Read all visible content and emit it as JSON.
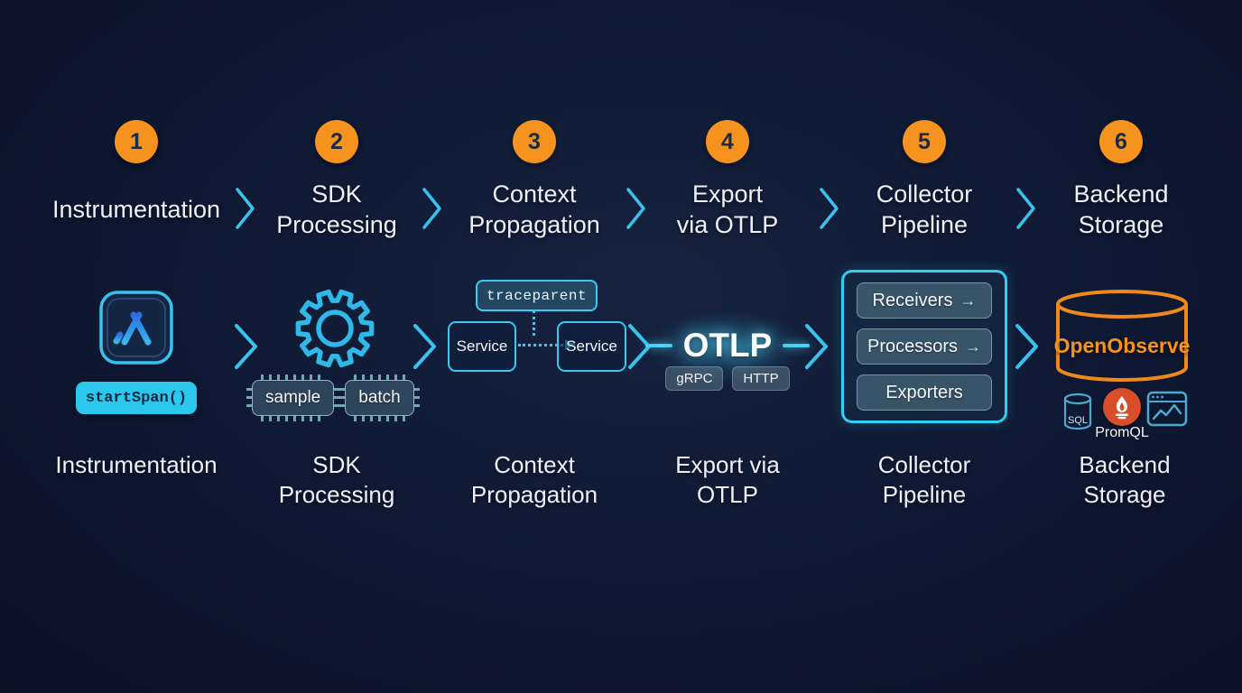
{
  "diagram": {
    "theme": {
      "background": "#0e1832",
      "accent_cyan": "#38c6f0",
      "accent_orange": "#f6921e",
      "prometheus_red": "#d94e2a",
      "chip_pin": "#6fa6b8"
    },
    "arrow_glyph": "→",
    "steps": {
      "s1": {
        "num": "1",
        "t1": "Instrumentation",
        "t2": "",
        "b1": "Instrumentation",
        "b2": "",
        "code": "startSpan()"
      },
      "s2": {
        "num": "2",
        "t1": "SDK",
        "t2": "Processing",
        "b1": "SDK",
        "b2": "Processing",
        "chip1": "sample",
        "chip2": "batch"
      },
      "s3": {
        "num": "3",
        "t1": "Context",
        "t2": "Propagation",
        "b1": "Context",
        "b2": "Propagation",
        "badge": "traceparent",
        "svc1": "Service",
        "svc2": "Service"
      },
      "s4": {
        "num": "4",
        "t1": "Export",
        "t2": "via OTLP",
        "b1": "Export via",
        "b2": "OTLP",
        "protocol": "OTLP",
        "proto1": "gRPC",
        "proto2": "HTTP"
      },
      "s5": {
        "num": "5",
        "t1": "Collector",
        "t2": "Pipeline",
        "b1": "Collector",
        "b2": "Pipeline",
        "row1": "Receivers",
        "row2": "Processors",
        "row3": "Exporters"
      },
      "s6": {
        "num": "6",
        "t1": "Backend",
        "t2": "Storage",
        "b1": "Backend",
        "b2": "Storage",
        "db": "OpenObserve",
        "mini_sql": "SQL",
        "mini_promql": "PromQL"
      }
    }
  }
}
